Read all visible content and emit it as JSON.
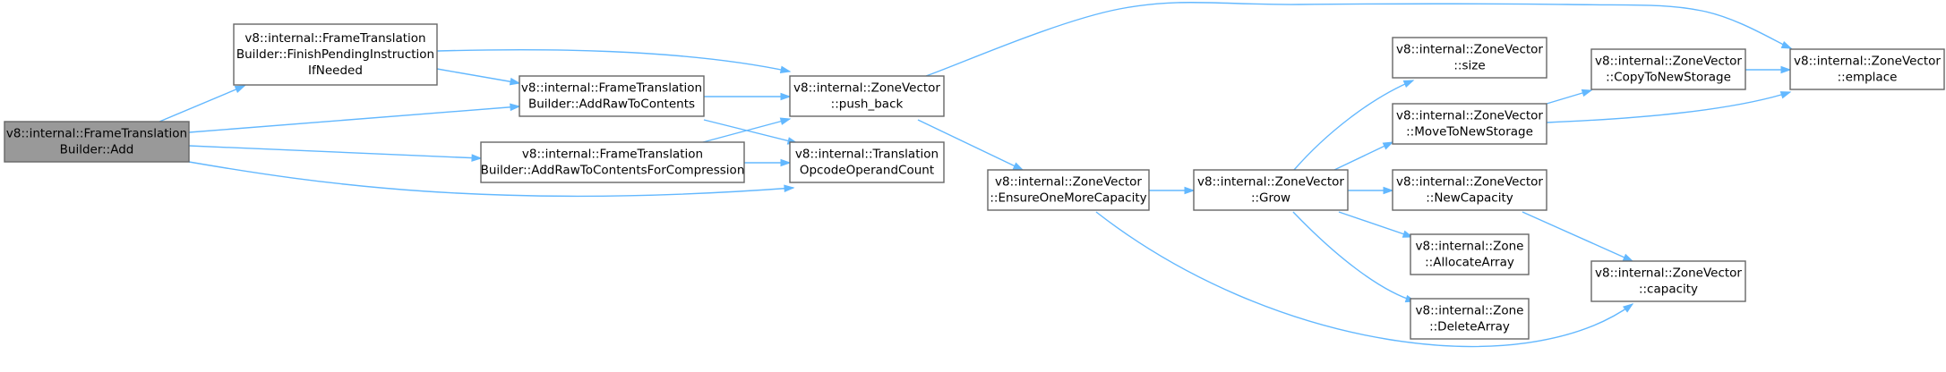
{
  "nodes": [
    {
      "id": "add",
      "lines": [
        "v8::internal::FrameTranslation",
        "Builder::Add"
      ],
      "root": true
    },
    {
      "id": "finish",
      "lines": [
        "v8::internal::FrameTranslation",
        "Builder::FinishPendingInstruction",
        "IfNeeded"
      ]
    },
    {
      "id": "addraw",
      "lines": [
        "v8::internal::FrameTranslation",
        "Builder::AddRawToContents"
      ]
    },
    {
      "id": "addrawcomp",
      "lines": [
        "v8::internal::FrameTranslation",
        "Builder::AddRawToContentsForCompression"
      ]
    },
    {
      "id": "pushback",
      "lines": [
        "v8::internal::ZoneVector",
        "::push_back"
      ]
    },
    {
      "id": "opcount",
      "lines": [
        "v8::internal::Translation",
        "OpcodeOperandCount"
      ]
    },
    {
      "id": "ensure",
      "lines": [
        "v8::internal::ZoneVector",
        "::EnsureOneMoreCapacity"
      ]
    },
    {
      "id": "grow",
      "lines": [
        "v8::internal::ZoneVector",
        "::Grow"
      ]
    },
    {
      "id": "size",
      "lines": [
        "v8::internal::ZoneVector",
        "::size"
      ]
    },
    {
      "id": "move",
      "lines": [
        "v8::internal::ZoneVector",
        "::MoveToNewStorage"
      ]
    },
    {
      "id": "newcap",
      "lines": [
        "v8::internal::ZoneVector",
        "::NewCapacity"
      ]
    },
    {
      "id": "alloc",
      "lines": [
        "v8::internal::Zone",
        "::AllocateArray"
      ]
    },
    {
      "id": "delete",
      "lines": [
        "v8::internal::Zone",
        "::DeleteArray"
      ]
    },
    {
      "id": "copy",
      "lines": [
        "v8::internal::ZoneVector",
        "::CopyToNewStorage"
      ]
    },
    {
      "id": "emplace",
      "lines": [
        "v8::internal::ZoneVector",
        "::emplace"
      ]
    },
    {
      "id": "capacity",
      "lines": [
        "v8::internal::ZoneVector",
        "::capacity"
      ]
    }
  ],
  "edges": [
    {
      "from": "add",
      "to": "finish"
    },
    {
      "from": "add",
      "to": "addraw"
    },
    {
      "from": "add",
      "to": "addrawcomp"
    },
    {
      "from": "add",
      "to": "opcount"
    },
    {
      "from": "finish",
      "to": "pushback"
    },
    {
      "from": "finish",
      "to": "addraw"
    },
    {
      "from": "addraw",
      "to": "pushback"
    },
    {
      "from": "addraw",
      "to": "opcount"
    },
    {
      "from": "addrawcomp",
      "to": "pushback"
    },
    {
      "from": "addrawcomp",
      "to": "opcount"
    },
    {
      "from": "pushback",
      "to": "emplace"
    },
    {
      "from": "pushback",
      "to": "ensure"
    },
    {
      "from": "ensure",
      "to": "grow"
    },
    {
      "from": "ensure",
      "to": "capacity"
    },
    {
      "from": "grow",
      "to": "size"
    },
    {
      "from": "grow",
      "to": "move"
    },
    {
      "from": "grow",
      "to": "newcap"
    },
    {
      "from": "grow",
      "to": "alloc"
    },
    {
      "from": "grow",
      "to": "delete"
    },
    {
      "from": "move",
      "to": "copy"
    },
    {
      "from": "move",
      "to": "emplace"
    },
    {
      "from": "copy",
      "to": "emplace"
    },
    {
      "from": "newcap",
      "to": "capacity"
    }
  ],
  "colors": {
    "edge": "#63b8ff",
    "node_border": "#666666",
    "node_fill": "#ffffff",
    "root_fill": "#999999"
  }
}
